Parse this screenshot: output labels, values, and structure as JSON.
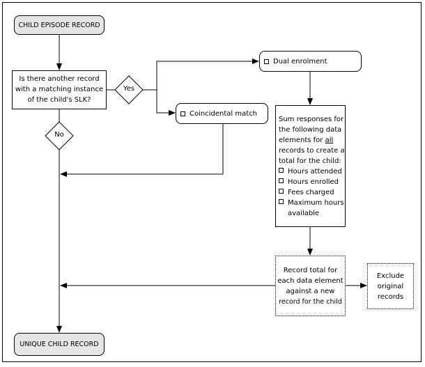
{
  "nodes": {
    "start": "CHILD EPISODE RECORD",
    "question": [
      "Is there another record",
      "with a matching instance",
      "of the child's SLK?"
    ],
    "yes": "Yes",
    "no": "No",
    "dual": "Dual enrolment",
    "coincidental": "Coincidental match",
    "sum": {
      "intro": [
        "Sum responses for",
        "the following data"
      ],
      "line3_pre": "elements for ",
      "line3_underlined": "all",
      "lines_after": [
        "records to create a",
        "total for the child:"
      ],
      "items": [
        "Hours attended",
        "Hours enrolled",
        "Fees charged",
        "Maximum hours"
      ],
      "item_continuation": "available"
    },
    "record_total": [
      "Record total for",
      "each data element",
      "against a new",
      "record for the child"
    ],
    "exclude": [
      "Exclude",
      "original",
      "records"
    ],
    "end": "UNIQUE CHILD RECORD"
  }
}
